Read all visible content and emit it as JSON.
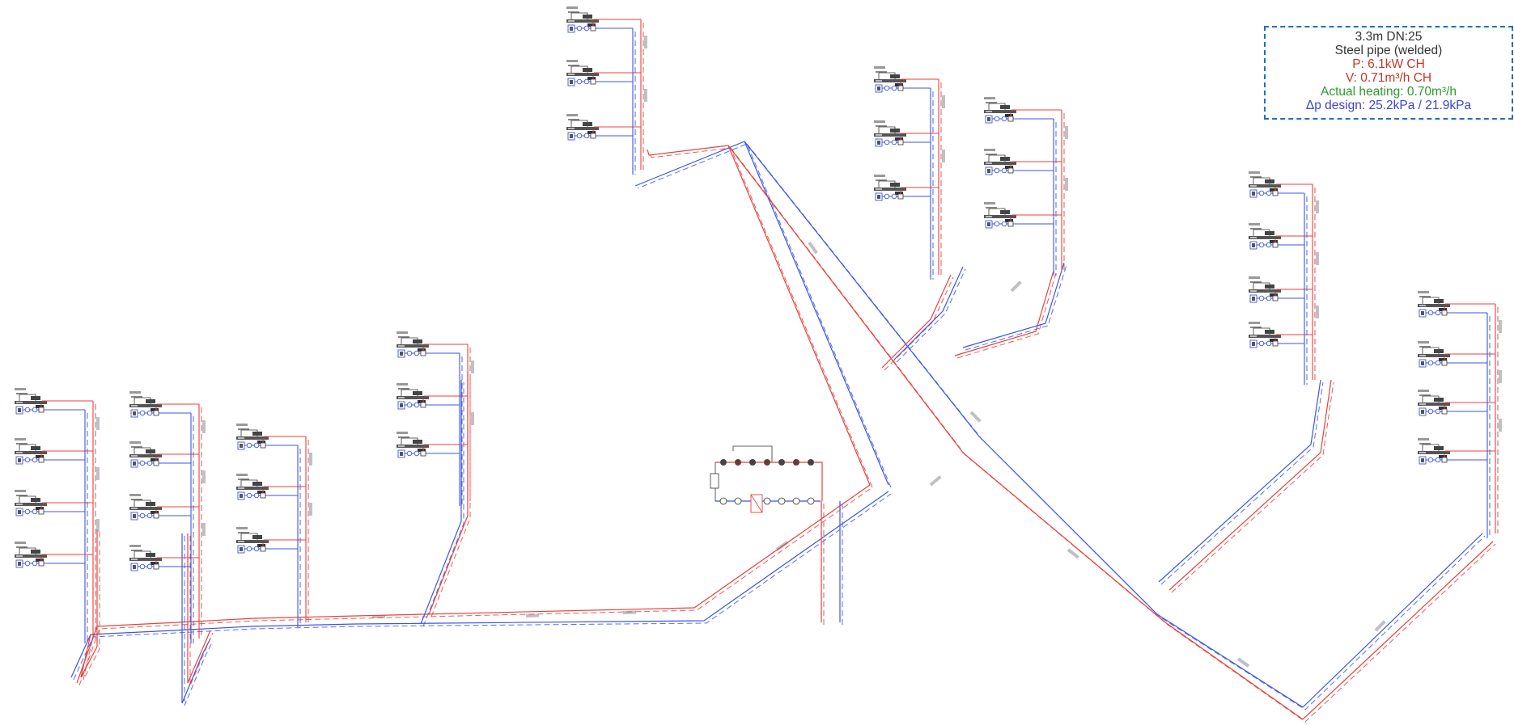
{
  "colors": {
    "supply": "#e8413c",
    "return": "#3b55e6",
    "component": "#333333",
    "tooltip_border": "#1f6fc2"
  },
  "tooltip": {
    "length_dn": "3.3m DN:25",
    "material": "Steel pipe (welded)",
    "power": "P: 6.1kW CH",
    "flow": "V: 0.71m³/h CH",
    "actual": "Actual heating: 0.70m³/h",
    "pressure": "Δp design: 25.2kPa / 21.9kPa"
  }
}
